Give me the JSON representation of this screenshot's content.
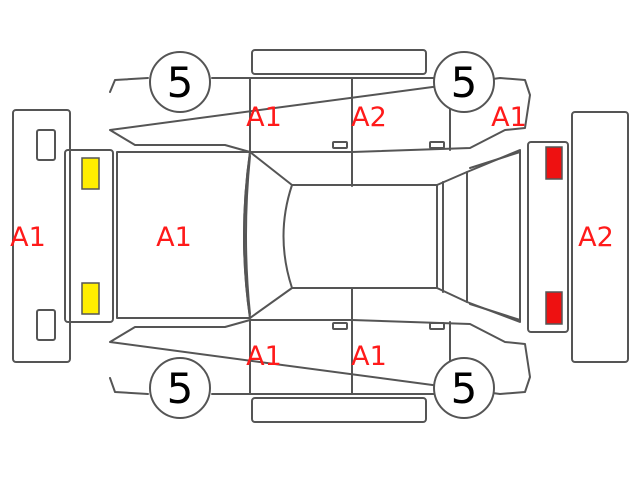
{
  "colors": {
    "line": "#555555",
    "damage_code": "#ff1a1a",
    "front_lamp": "#ffee00",
    "rear_lamp": "#ee1111"
  },
  "wheels": {
    "front_left": "5",
    "rear_left": "5",
    "front_right": "5",
    "rear_right": "5"
  },
  "codes": {
    "front_bumper": "A1",
    "hood": "A1",
    "top_front_door": "A1",
    "top_rear_door": "A2",
    "top_quarter": "A1",
    "rear_bumper": "A2",
    "bottom_front_door": "A1",
    "bottom_rear_door": "A1"
  }
}
